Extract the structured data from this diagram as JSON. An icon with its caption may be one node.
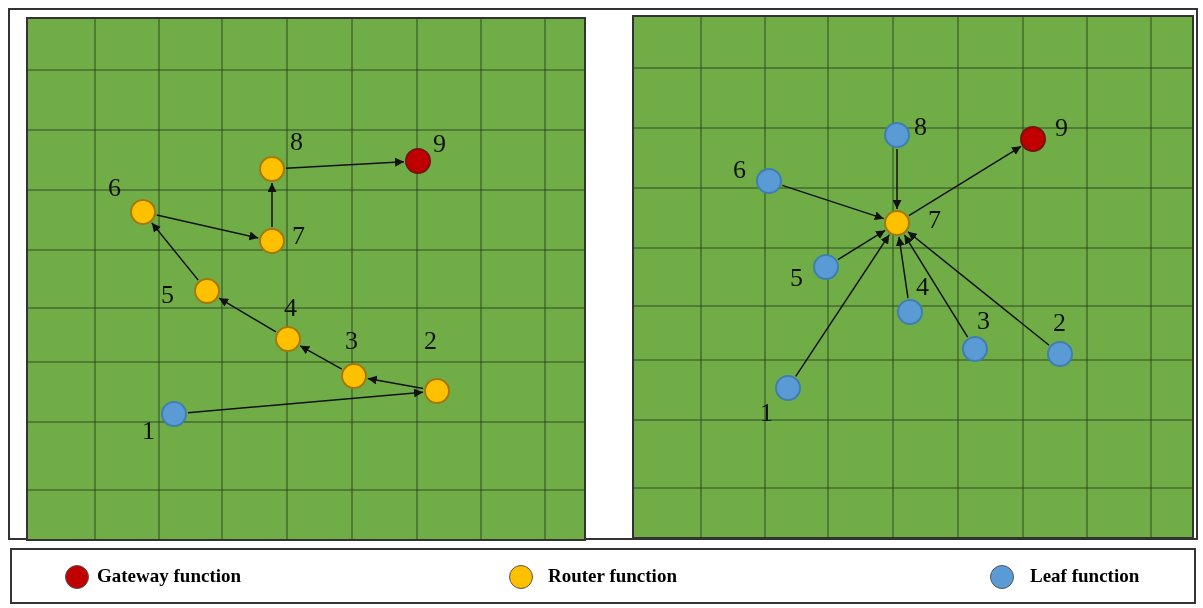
{
  "diagram": {
    "nodes": [
      {
        "text": [],
        "shape": "box"
      },
      {
        "text": [],
        "shape": "circle",
        "in": 0,
        "beside": [
          "1"
        ]
      },
      {
        "text": [],
        "shape": "circle",
        "in": 0,
        "beside": [
          "2"
        ]
      },
      {
        "text": [],
        "shape": "circle",
        "in": 0,
        "beside": [
          "3"
        ]
      },
      {
        "text": [],
        "shape": "circle",
        "in": 0,
        "beside": [
          "4"
        ]
      },
      {
        "text": [],
        "shape": "circle",
        "in": 0,
        "beside": [
          "5"
        ]
      },
      {
        "text": [],
        "shape": "circle",
        "in": 0,
        "beside": [
          "6"
        ]
      },
      {
        "text": [],
        "shape": "circle",
        "in": 0,
        "beside": [
          "7"
        ]
      },
      {
        "text": [],
        "shape": "circle",
        "in": 0,
        "beside": [
          "8"
        ]
      },
      {
        "text": [],
        "shape": "circle",
        "in": 0,
        "beside": [
          "9"
        ]
      },
      {
        "text": [],
        "shape": "box"
      },
      {
        "text": [],
        "shape": "circle",
        "in": 10,
        "beside": [
          "1"
        ]
      },
      {
        "text": [],
        "shape": "circle",
        "in": 10,
        "beside": [
          "2"
        ]
      },
      {
        "text": [],
        "shape": "circle",
        "in": 10,
        "beside": [
          "3"
        ]
      },
      {
        "text": [],
        "shape": "circle",
        "in": 10,
        "beside": [
          "4"
        ]
      },
      {
        "text": [],
        "shape": "circle",
        "in": 10,
        "beside": [
          "5"
        ]
      },
      {
        "text": [],
        "shape": "circle",
        "in": 10,
        "beside": [
          "6"
        ]
      },
      {
        "text": [],
        "shape": "circle",
        "in": 10,
        "beside": [
          "7"
        ]
      },
      {
        "text": [],
        "shape": "circle",
        "in": 10,
        "beside": [
          "8"
        ]
      },
      {
        "text": [],
        "shape": "circle",
        "in": 10,
        "beside": [
          "9"
        ]
      }
    ],
    "edges": [
      {
        "from": 1,
        "to": 2,
        "arrow": "to"
      },
      {
        "from": 2,
        "to": 3,
        "arrow": "to"
      },
      {
        "from": 3,
        "to": 4,
        "arrow": "to"
      },
      {
        "from": 4,
        "to": 5,
        "arrow": "to"
      },
      {
        "from": 5,
        "to": 6,
        "arrow": "to"
      },
      {
        "from": 6,
        "to": 7,
        "arrow": "to"
      },
      {
        "from": 7,
        "to": 8,
        "arrow": "to"
      },
      {
        "from": 8,
        "to": 9,
        "arrow": "to"
      },
      {
        "from": 11,
        "to": 17,
        "arrow": "to"
      },
      {
        "from": 12,
        "to": 17,
        "arrow": "to"
      },
      {
        "from": 13,
        "to": 17,
        "arrow": "to"
      },
      {
        "from": 14,
        "to": 17,
        "arrow": "to"
      },
      {
        "from": 15,
        "to": 17,
        "arrow": "to"
      },
      {
        "from": 16,
        "to": 17,
        "arrow": "to"
      },
      {
        "from": 18,
        "to": 17,
        "arrow": "to"
      },
      {
        "from": 17,
        "to": 19,
        "arrow": "to"
      }
    ],
    "legend": [
      {
        "text": "Gateway function",
        "color": "#c00000"
      },
      {
        "text": "Router function",
        "color": "#ffc000"
      },
      {
        "text": "Leaf function",
        "color": "#5b9bd5"
      }
    ]
  }
}
